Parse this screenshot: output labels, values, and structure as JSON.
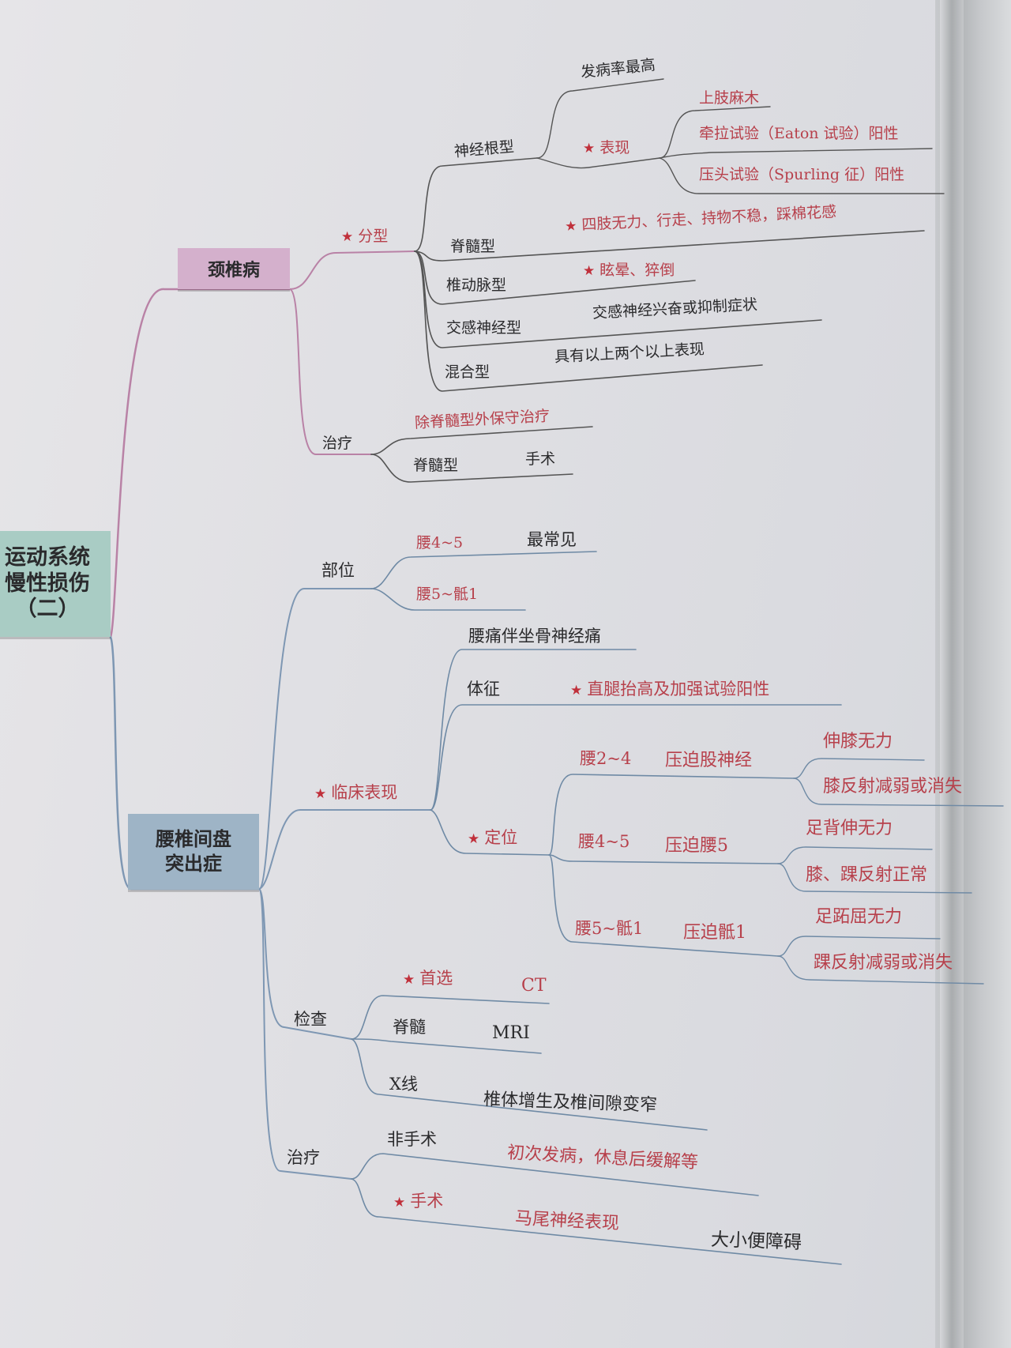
{
  "root": {
    "line1": "运动系统",
    "line2": "慢性损伤",
    "line3": "（二）",
    "color": "#a9ccc4"
  },
  "cervical": {
    "title": "颈椎病",
    "color": "#d4b0cc",
    "classification": {
      "label": "分型",
      "starred": true,
      "types": [
        {
          "label": "神经根型",
          "details": [
            {
              "label": "发病率最高"
            },
            {
              "label": "表现",
              "starred": true,
              "items": [
                "上肢麻木",
                "牵拉试验（Eaton 试验）阳性",
                "压头试验（Spurling 征）阳性"
              ]
            }
          ]
        },
        {
          "label": "脊髓型",
          "detail": "四肢无力、行走、持物不稳，踩棉花感",
          "starred": true
        },
        {
          "label": "椎动脉型",
          "detail": "眩晕、猝倒",
          "starred": true
        },
        {
          "label": "交感神经型",
          "detail": "交感神经兴奋或抑制症状"
        },
        {
          "label": "混合型",
          "detail": "具有以上两个以上表现"
        }
      ]
    },
    "treatment": {
      "label": "治疗",
      "items": [
        {
          "label": "除脊髓型外保守治疗"
        },
        {
          "label": "脊髓型",
          "detail": "手术"
        }
      ]
    }
  },
  "lumbar": {
    "title_line1": "腰椎间盘",
    "title_line2": "突出症",
    "color": "#9eb4c6",
    "location": {
      "label": "部位",
      "items": [
        {
          "label": "腰4~5",
          "detail": "最常见"
        },
        {
          "label": "腰5~骶1"
        }
      ]
    },
    "clinical": {
      "label": "临床表现",
      "starred": true,
      "symptom": "腰痛伴坐骨神经痛",
      "sign": {
        "label": "体征",
        "detail": "直腿抬高及加强试验阳性",
        "starred": true
      },
      "localization": {
        "label": "定位",
        "starred": true,
        "levels": [
          {
            "level": "腰2~4",
            "nerve": "压迫股神经",
            "findings": [
              "伸膝无力",
              "膝反射减弱或消失"
            ]
          },
          {
            "level": "腰4~5",
            "nerve": "压迫腰5",
            "findings": [
              "足背伸无力",
              "膝、踝反射正常"
            ]
          },
          {
            "level": "腰5~骶1",
            "nerve": "压迫骶1",
            "findings": [
              "足跖屈无力",
              "踝反射减弱或消失"
            ]
          }
        ]
      }
    },
    "exam": {
      "label": "检查",
      "items": [
        {
          "label": "首选",
          "detail": "CT",
          "starred": true
        },
        {
          "label": "脊髓",
          "detail": "MRI"
        },
        {
          "label": "X线",
          "detail": "椎体增生及椎间隙变窄"
        }
      ]
    },
    "treatment": {
      "label": "治疗",
      "items": [
        {
          "label": "非手术",
          "detail": "初次发病，休息后缓解等"
        },
        {
          "label": "手术",
          "starred": true,
          "detail": "马尾神经表现",
          "detail2": "大小便障碍"
        }
      ]
    }
  },
  "icons": {
    "star": "★"
  },
  "colors": {
    "red_text": "#b7404b",
    "pink_line": "#b982a6",
    "blue_line": "#6f8aa5",
    "gray_line": "#5a5a5e"
  }
}
